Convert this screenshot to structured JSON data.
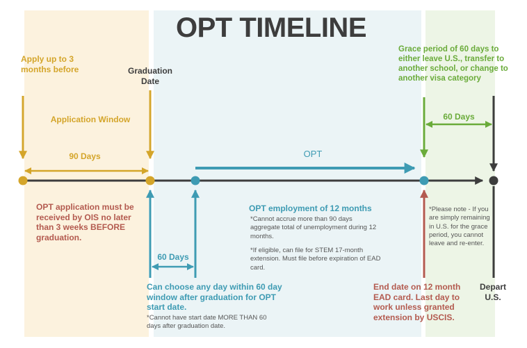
{
  "title": "OPT TIMELINE",
  "colors": {
    "gold": "#d4a52a",
    "teal": "#3e9bb3",
    "green": "#6aab3a",
    "red": "#b35a4f",
    "dark": "#3d3d3d",
    "gray_text": "#555555",
    "panel_gold": "#fcf2de",
    "panel_teal": "#ebf4f6",
    "panel_green": "#edf5e6"
  },
  "labels": {
    "apply_up_to": "Apply up to 3 months before",
    "graduation_date": "Graduation Date",
    "application_window": "Application Window",
    "ninety_days": "90 Days",
    "opt": "OPT",
    "grace_period": "Grace period of 60 days to either leave U.S., transfer to another school, or change to another visa category",
    "sixty_days_grace": "60 Days",
    "opt_application_must": "OPT application must be received by OIS no later than 3 weeks BEFORE graduation.",
    "sixty_days_start": "60 Days",
    "can_choose": "Can choose any day within 60 day window after graduation for OPT start date.",
    "cannot_have_note": "*Cannot have start date MORE THAN 60 days after graduation date.",
    "opt_employment": "OPT employment of 12 months",
    "cannot_accrue_note": "*Cannot accrue more than 90 days aggregate total of unemployment during 12 months.",
    "stem_note": "*If eligible, can file for STEM 17-month extension.  Must file before expiration of EAD card.",
    "please_note": "*Please note - If you are simply remaining in U.S. for the grace period, you cannot leave and re-enter.",
    "end_date": "End date on 12 month EAD card.  Last day to work unless granted extension by USCIS.",
    "depart_us": "Depart U.S."
  }
}
